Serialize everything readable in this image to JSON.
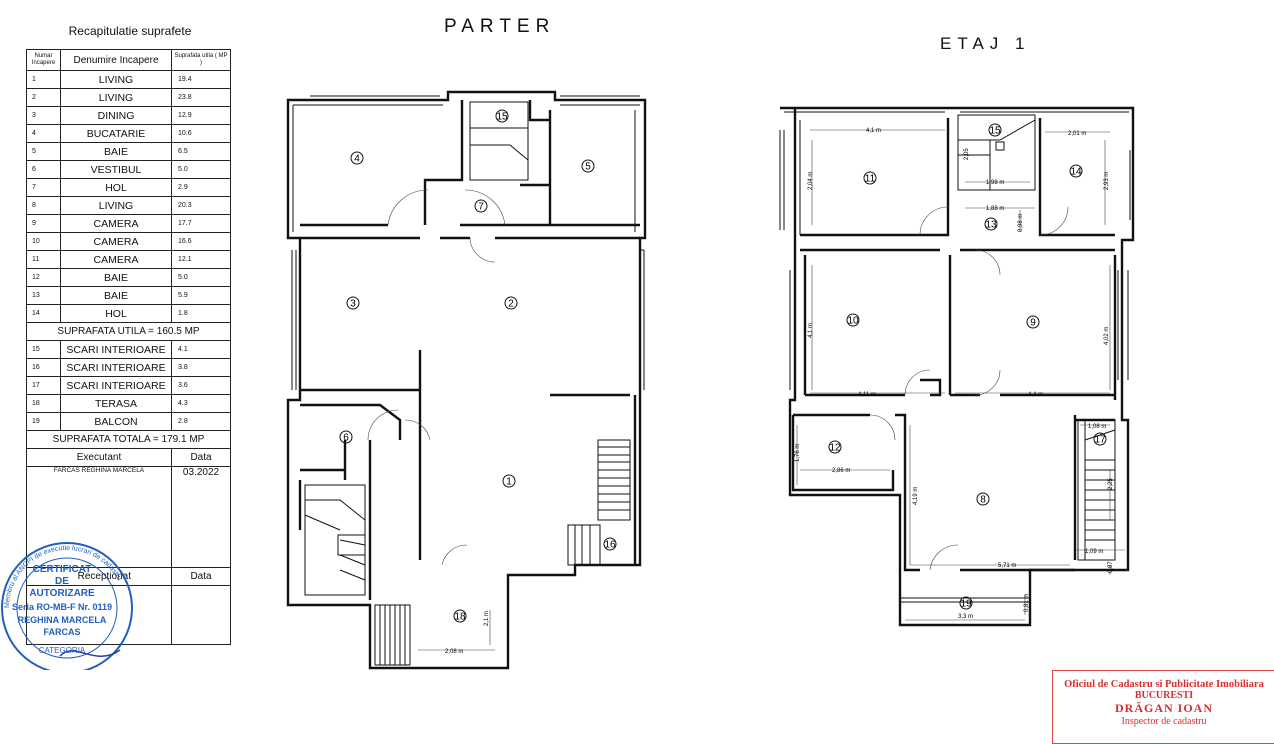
{
  "table": {
    "title": "Recapitulatie suprafete",
    "headers": {
      "num": "Numar Incapere",
      "name": "Denumire Incapere",
      "area": "Suprafata utila ( MP )"
    },
    "rows": [
      {
        "n": "1",
        "name": "LIVING",
        "area": "19.4"
      },
      {
        "n": "2",
        "name": "LIVING",
        "area": "23.8"
      },
      {
        "n": "3",
        "name": "DINING",
        "area": "12.9"
      },
      {
        "n": "4",
        "name": "BUCATARIE",
        "area": "10.6"
      },
      {
        "n": "5",
        "name": "BAIE",
        "area": "6.5"
      },
      {
        "n": "6",
        "name": "VESTIBUL",
        "area": "5.0"
      },
      {
        "n": "7",
        "name": "HOL",
        "area": "2.9"
      },
      {
        "n": "8",
        "name": "LIVING",
        "area": "20.3"
      },
      {
        "n": "9",
        "name": "CAMERA",
        "area": "17.7"
      },
      {
        "n": "10",
        "name": "CAMERA",
        "area": "16.6"
      },
      {
        "n": "11",
        "name": "CAMERA",
        "area": "12.1"
      },
      {
        "n": "12",
        "name": "BAIE",
        "area": "5.0"
      },
      {
        "n": "13",
        "name": "BAIE",
        "area": "5.9"
      },
      {
        "n": "14",
        "name": "HOL",
        "area": "1.8"
      }
    ],
    "useful_total": "SUPRAFATA  UTILA = 160.5 MP",
    "rows2": [
      {
        "n": "15",
        "name": "SCARI INTERIOARE",
        "area": "4.1"
      },
      {
        "n": "16",
        "name": "SCARI INTERIOARE",
        "area": "3.8"
      },
      {
        "n": "17",
        "name": "SCARI INTERIOARE",
        "area": "3.6"
      },
      {
        "n": "18",
        "name": "TERASA",
        "area": "4.3"
      },
      {
        "n": "19",
        "name": "BALCON",
        "area": "2.8"
      }
    ],
    "grand_total": "SUPRAFATA  TOTALA = 179.1 MP",
    "executant_label": "Executant",
    "data_label": "Data",
    "executant_name": "FARCAS REGHINA MARCELA",
    "date": "03.2022",
    "receptionat_label": "Receptionat",
    "data_label2": "Data"
  },
  "plans": {
    "parter_title": "PARTER",
    "etaj_title": "ETAJ 1",
    "parter_rooms": [
      "1",
      "2",
      "3",
      "4",
      "5",
      "6",
      "7",
      "15",
      "16",
      "18"
    ],
    "etaj_rooms": [
      "8",
      "9",
      "10",
      "11",
      "12",
      "13",
      "14",
      "15",
      "17",
      "19"
    ],
    "dims_parter": [
      "2,1 m",
      "2,08 m"
    ],
    "dims_etaj": [
      "4,1 m",
      "2,01 m",
      "2,04 m",
      "2,93 m",
      "2,05",
      "1,98 m",
      "1,88 m",
      "0,98 m",
      "4,1 m",
      "4,02 m",
      "4,11 m",
      "4,4 m",
      "1,08 m",
      "1,76 m",
      "2,86 m",
      "4,19 m",
      "5,71 m",
      "1,09 m",
      "0,87",
      "2,25",
      "0,81 m",
      "3,3 m"
    ]
  },
  "stamp_left": {
    "title": "CERTIFICAT",
    "line2": "DE",
    "line3": "AUTORIZARE",
    "serie": "Seria RO-MB-F Nr. 0119",
    "name1": "REGHINA MARCELA",
    "name2": "FARCAS",
    "category": "CATEGORIA",
    "ring": "Membru al ANCPI de executie lucrari de cadastru"
  },
  "stamp_right": {
    "line1": "Oficiul de Cadastru si Publicitate Imobiliara",
    "line2": "BUCURESTI",
    "line3": "DRĂGAN IOAN",
    "line4": "Inspector de cadastru"
  }
}
